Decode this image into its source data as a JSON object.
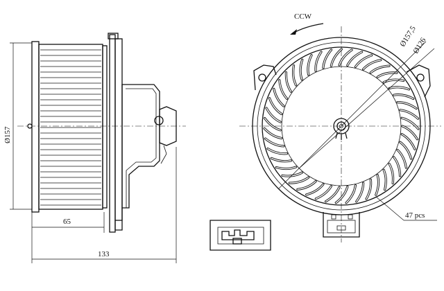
{
  "labels": {
    "diameter_side": "Ø157",
    "depth_wheel": "65",
    "overall_length": "133",
    "rotation": "CCW",
    "diameter_outer": "Ø157,5",
    "diameter_inner": "Ø126",
    "blade_count": "47 pcs"
  }
}
